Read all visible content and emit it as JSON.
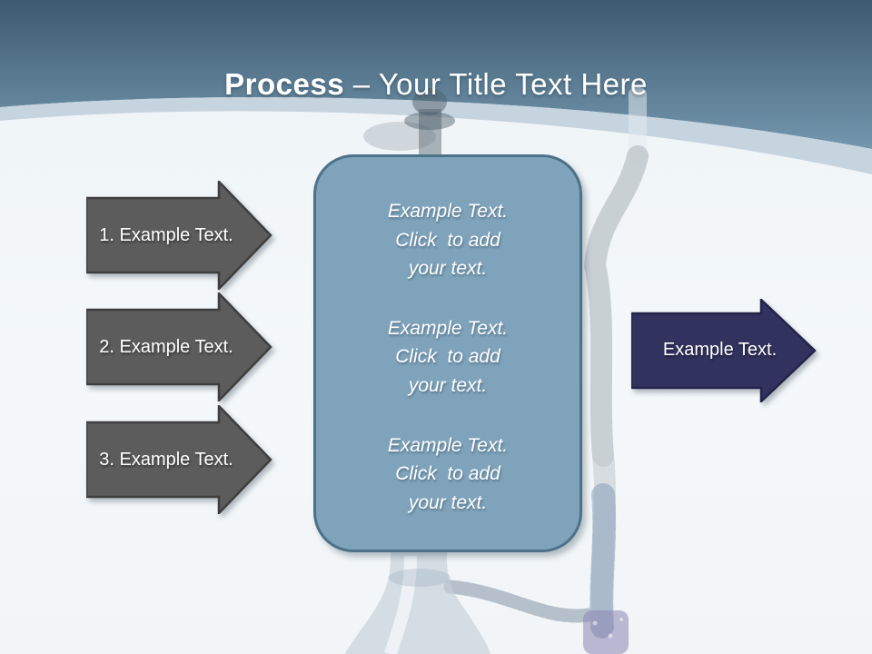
{
  "title": {
    "emphasis": "Process",
    "rest": " – Your Title Text Here"
  },
  "left_arrows": [
    {
      "label": "1. Example Text."
    },
    {
      "label": "2. Example Text."
    },
    {
      "label": "3. Example Text."
    }
  ],
  "center_box": {
    "paragraphs": [
      "Example Text.\nClick  to add\nyour text.",
      "Example Text.\nClick  to add\nyour text.",
      "Example Text.\nClick  to add\nyour text."
    ]
  },
  "right_arrow": {
    "label": "Example Text."
  },
  "colors": {
    "header_top": "#3c5a70",
    "header_bottom": "#7497ae",
    "curve_band": "#c6d4df",
    "background": "#f2f6f9",
    "box_fill": "#7fa3bb",
    "box_border": "#4c7189",
    "gray_arrow_fill": "#5c5c5c",
    "gray_arrow_border": "#3e3e3e",
    "navy_arrow_fill": "#32325f",
    "navy_arrow_border": "#23234a",
    "text": "#ffffff"
  }
}
